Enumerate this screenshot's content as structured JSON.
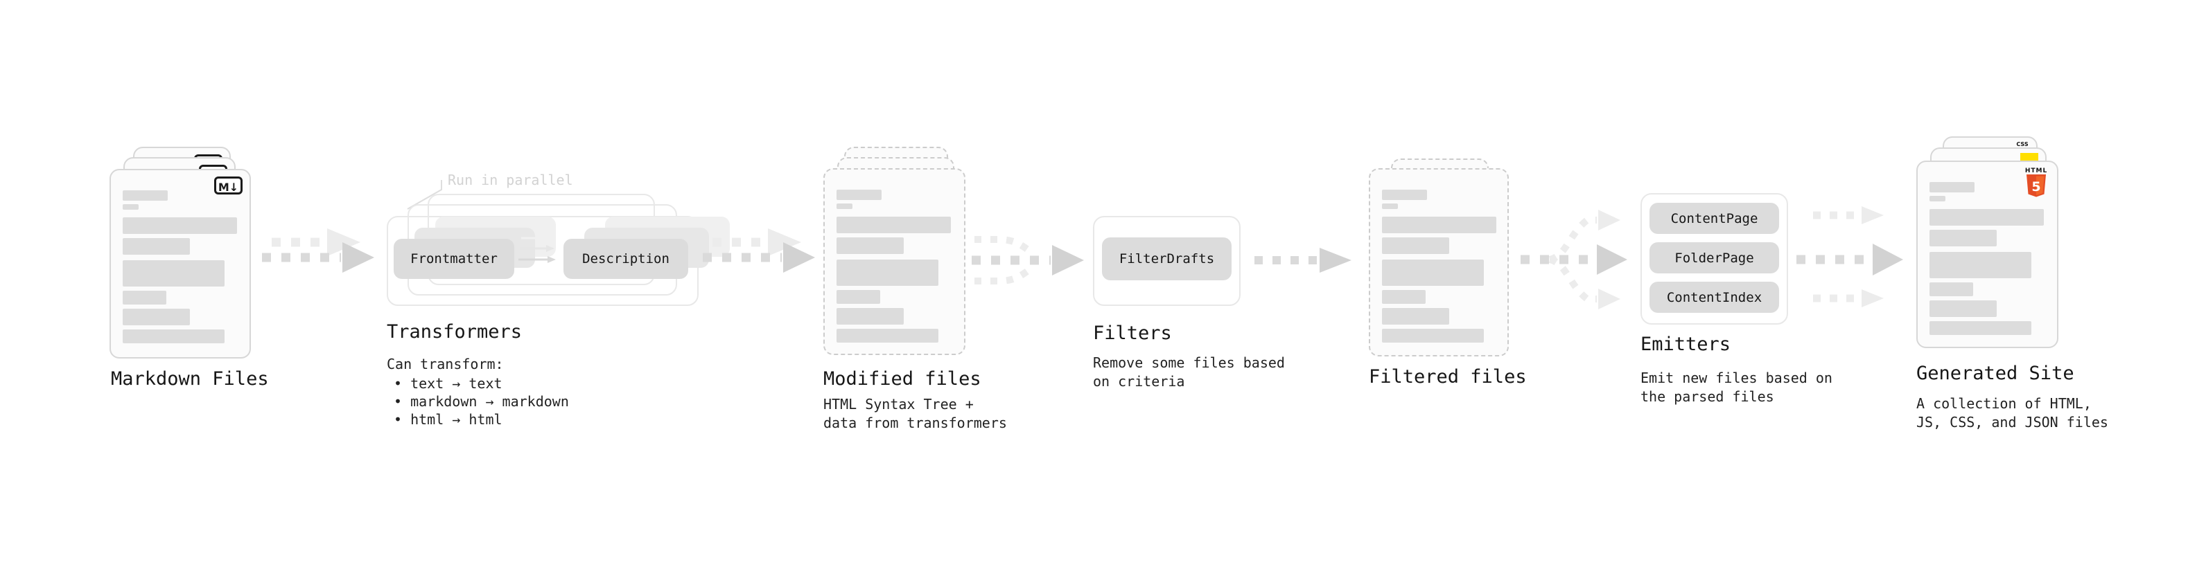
{
  "palette": {
    "bg": "#ffffff",
    "text": "#161616",
    "muted": "#d2d2d2",
    "card_bg": "#fbfbfb",
    "card_border": "#d7d7d7",
    "dash_border": "#cccccc",
    "bar": "#dcdcdc",
    "pill": "#dcdcdc",
    "pill_ghost1": "#e7e7e7",
    "pill_ghost2": "#f0f0f0",
    "box_border": "#e8e8e8",
    "arrow_dash": "#dadada",
    "arrow_head": "#d2d2d2",
    "arrow_ghost": "#ececec",
    "badge_border": "#1a1a1a",
    "html5_dark": "#e44d26",
    "html5_light": "#f16529",
    "css_blue": "#2965f1",
    "js_yellow": "#ffdf00"
  },
  "stages": {
    "markdown_files": {
      "label": "Markdown Files",
      "badge": "M↓"
    },
    "transformers": {
      "callout": "Run in parallel",
      "pill_left": "Frontmatter",
      "pill_right": "Description",
      "label": "Transformers",
      "desc_heading": "Can transform:",
      "bullets": [
        "text → text",
        "markdown → markdown",
        "html → html"
      ]
    },
    "modified_files": {
      "label": "Modified files",
      "desc": [
        "HTML Syntax Tree +",
        "data from transformers"
      ]
    },
    "filters": {
      "pill": "FilterDrafts",
      "label": "Filters",
      "desc": [
        "Remove some files based",
        "on criteria"
      ]
    },
    "filtered_files": {
      "label": "Filtered files"
    },
    "emitters": {
      "pills": [
        "ContentPage",
        "FolderPage",
        "ContentIndex"
      ],
      "label": "Emitters",
      "desc": [
        "Emit new files based on",
        "the parsed files"
      ]
    },
    "generated_site": {
      "label": "Generated Site",
      "badges": {
        "css": "CSS",
        "html_word": "HTML",
        "html_five": "5"
      },
      "desc": [
        "A collection of HTML,",
        "JS, CSS, and JSON files"
      ]
    }
  }
}
